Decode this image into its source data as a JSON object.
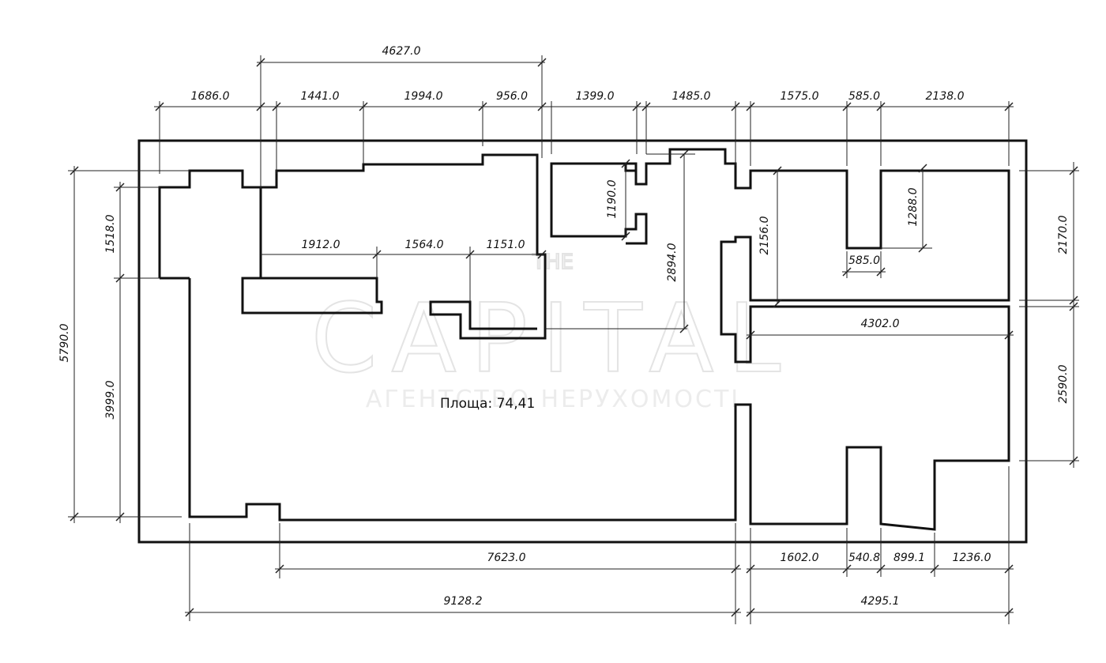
{
  "watermark": {
    "line1": "THE",
    "line2": "CAPITAL",
    "line3": "АГЕНТСТВО НЕРУХОМОСТІ"
  },
  "area_label": "Площа: 74,41",
  "dimensions": {
    "top_overall": "4627.0",
    "top": [
      "1686.0",
      "1441.0",
      "1994.0",
      "956.0",
      "1399.0",
      "1485.0",
      "1575.0",
      "585.0",
      "2138.0"
    ],
    "interior": [
      "1912.0",
      "1564.0",
      "1151.0",
      "1190.0",
      "2894.0",
      "2156.0",
      "1288.0",
      "585.0",
      "4302.0"
    ],
    "left": [
      "5790.0",
      "1518.0",
      "3999.0"
    ],
    "right": [
      "2170.0",
      "2590.0"
    ],
    "bottom_row1": [
      "7623.0",
      "1602.0",
      "540.8",
      "899.1",
      "1236.0"
    ],
    "bottom_row2": [
      "9128.2",
      "4295.1"
    ]
  }
}
